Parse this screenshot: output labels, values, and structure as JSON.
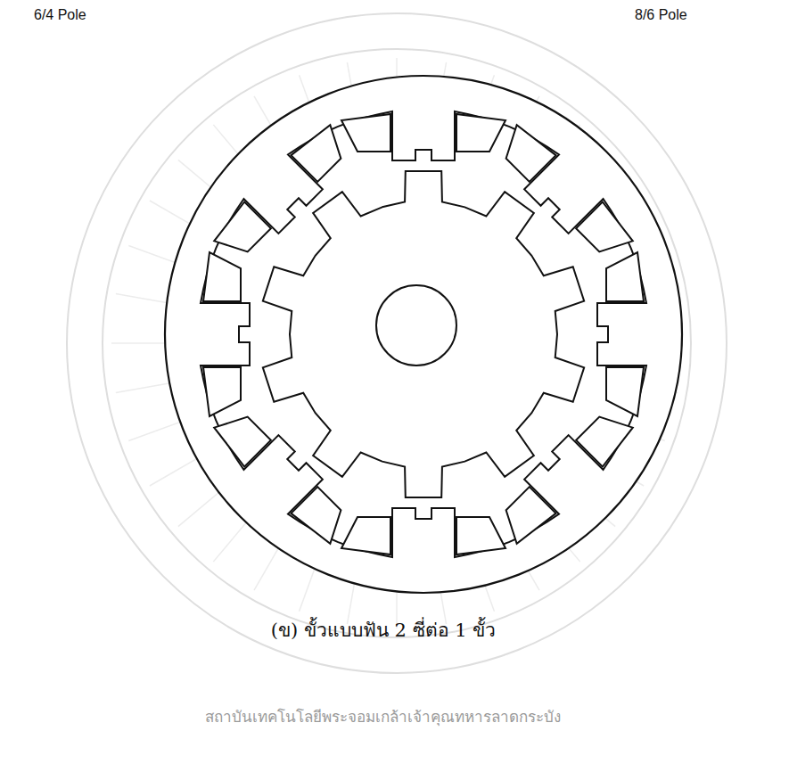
{
  "diagram": {
    "caption": "(ข) ขั้วแบบฟัน 2 ซี่ต่อ 1 ขั้ว",
    "labels": [
      "6/4 Pole",
      "8/6 Pole",
      "สถาบันเทคโนโลยีพระจอมเกล้าเจ้าคุณทหารลาดกระบัง"
    ]
  }
}
